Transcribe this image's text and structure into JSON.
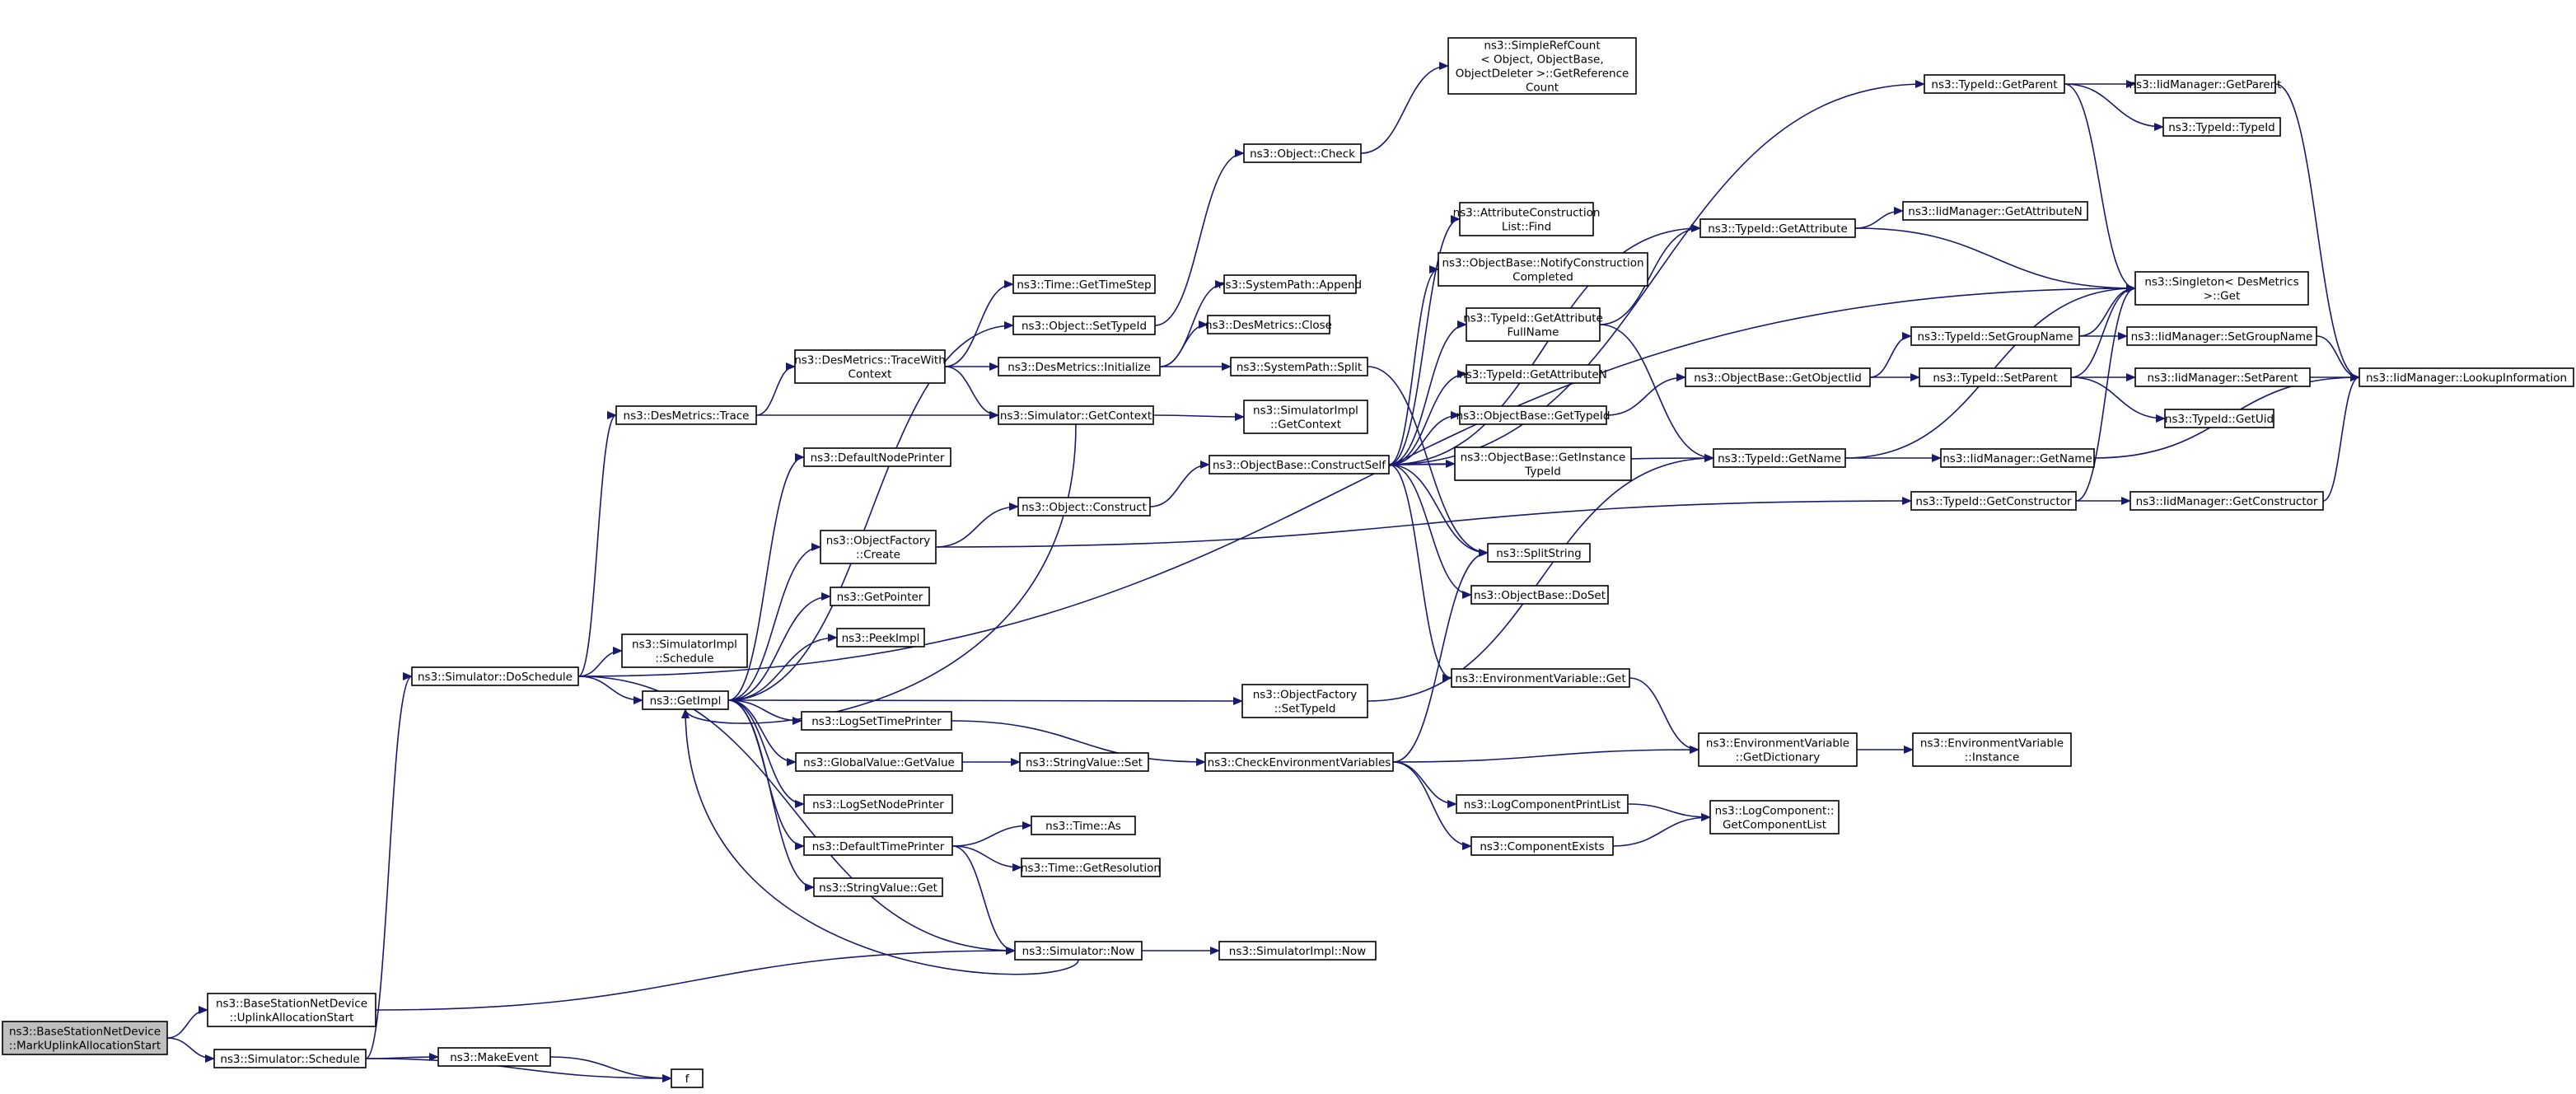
{
  "graph": {
    "colors": {
      "edge": "#191970",
      "node_border": "#000000",
      "root_fill": "#bfbfbf",
      "node_fill": "#ffffff"
    },
    "nodes": [
      {
        "id": "n0",
        "lines": [
          "ns3::BaseStationNetDevice",
          "::MarkUplinkAllocationStart"
        ],
        "root": true
      },
      {
        "id": "n1",
        "lines": [
          "ns3::BaseStationNetDevice",
          "::UplinkAllocationStart"
        ]
      },
      {
        "id": "n2",
        "lines": [
          "ns3::Simulator::Schedule"
        ]
      },
      {
        "id": "n3",
        "lines": [
          "ns3::Simulator::DoSchedule"
        ]
      },
      {
        "id": "n4",
        "lines": [
          "ns3::MakeEvent"
        ]
      },
      {
        "id": "n5",
        "lines": [
          "f"
        ]
      },
      {
        "id": "n6",
        "lines": [
          "ns3::Simulator::Now"
        ]
      },
      {
        "id": "n7",
        "lines": [
          "ns3::DesMetrics::Trace"
        ]
      },
      {
        "id": "n8",
        "lines": [
          "ns3::SimulatorImpl",
          "::Schedule"
        ]
      },
      {
        "id": "n9",
        "lines": [
          "ns3::GetImpl"
        ]
      },
      {
        "id": "n10",
        "lines": [
          "ns3::DesMetrics::TraceWith",
          "Context"
        ]
      },
      {
        "id": "n11",
        "lines": [
          "ns3::Simulator::GetContext"
        ]
      },
      {
        "id": "n12",
        "lines": [
          "ns3::Time::GetTimeStep"
        ]
      },
      {
        "id": "n13",
        "lines": [
          "ns3::DesMetrics::Initialize"
        ]
      },
      {
        "id": "n14",
        "lines": [
          "ns3::SystemPath::Append"
        ]
      },
      {
        "id": "n15",
        "lines": [
          "ns3::DesMetrics::Close"
        ]
      },
      {
        "id": "n16",
        "lines": [
          "ns3::SystemPath::Split"
        ]
      },
      {
        "id": "n17",
        "lines": [
          "ns3::SimulatorImpl",
          "::GetContext"
        ]
      },
      {
        "id": "n18",
        "lines": [
          "ns3::DefaultNodePrinter"
        ]
      },
      {
        "id": "n19",
        "lines": [
          "ns3::ObjectFactory",
          "::Create"
        ]
      },
      {
        "id": "n20",
        "lines": [
          "ns3::GetPointer"
        ]
      },
      {
        "id": "n21",
        "lines": [
          "ns3::PeekImpl"
        ]
      },
      {
        "id": "n22",
        "lines": [
          "ns3::LogSetTimePrinter"
        ]
      },
      {
        "id": "n23",
        "lines": [
          "ns3::GlobalValue::GetValue"
        ]
      },
      {
        "id": "n24",
        "lines": [
          "ns3::LogSetNodePrinter"
        ]
      },
      {
        "id": "n25",
        "lines": [
          "ns3::DefaultTimePrinter"
        ]
      },
      {
        "id": "n26",
        "lines": [
          "ns3::StringValue::Get"
        ]
      },
      {
        "id": "n27",
        "lines": [
          "ns3::Object::SetTypeId"
        ]
      },
      {
        "id": "n28",
        "lines": [
          "ns3::Object::Construct"
        ]
      },
      {
        "id": "n29",
        "lines": [
          "ns3::StringValue::Set"
        ]
      },
      {
        "id": "n30",
        "lines": [
          "ns3::Time::As"
        ]
      },
      {
        "id": "n31",
        "lines": [
          "ns3::Time::GetResolution"
        ]
      },
      {
        "id": "n32",
        "lines": [
          "ns3::SimulatorImpl::Now"
        ]
      },
      {
        "id": "n33",
        "lines": [
          "ns3::Object::Check"
        ]
      },
      {
        "id": "n34",
        "lines": [
          "ns3::SimpleRefCount",
          "< Object, ObjectBase,",
          "ObjectDeleter >::GetReference",
          "Count"
        ]
      },
      {
        "id": "n35",
        "lines": [
          "ns3::ObjectBase::ConstructSelf"
        ]
      },
      {
        "id": "n36",
        "lines": [
          "ns3::ObjectFactory",
          "::SetTypeId"
        ]
      },
      {
        "id": "n37",
        "lines": [
          "ns3::CheckEnvironmentVariables"
        ]
      },
      {
        "id": "n38",
        "lines": [
          "ns3::AttributeConstruction",
          "List::Find"
        ]
      },
      {
        "id": "n39",
        "lines": [
          "ns3::ObjectBase::NotifyConstruction",
          "Completed"
        ]
      },
      {
        "id": "n40",
        "lines": [
          "ns3::TypeId::GetAttribute",
          "FullName"
        ]
      },
      {
        "id": "n41",
        "lines": [
          "ns3::TypeId::GetAttributeN"
        ]
      },
      {
        "id": "n42",
        "lines": [
          "ns3::ObjectBase::GetTypeId"
        ]
      },
      {
        "id": "n43",
        "lines": [
          "ns3::ObjectBase::GetInstance",
          "TypeId"
        ]
      },
      {
        "id": "n44",
        "lines": [
          "ns3::SplitString"
        ]
      },
      {
        "id": "n45",
        "lines": [
          "ns3::ObjectBase::DoSet"
        ]
      },
      {
        "id": "n46",
        "lines": [
          "ns3::EnvironmentVariable::Get"
        ]
      },
      {
        "id": "n47",
        "lines": [
          "ns3::LogComponentPrintList"
        ]
      },
      {
        "id": "n48",
        "lines": [
          "ns3::ComponentExists"
        ]
      },
      {
        "id": "n49",
        "lines": [
          "ns3::TypeId::GetAttribute"
        ]
      },
      {
        "id": "n50",
        "lines": [
          "ns3::ObjectBase::GetObjectIid"
        ]
      },
      {
        "id": "n51",
        "lines": [
          "ns3::TypeId::GetName"
        ]
      },
      {
        "id": "n52",
        "lines": [
          "ns3::EnvironmentVariable",
          "::GetDictionary"
        ]
      },
      {
        "id": "n53",
        "lines": [
          "ns3::LogComponent::",
          "GetComponentList"
        ]
      },
      {
        "id": "n54",
        "lines": [
          "ns3::TypeId::GetParent"
        ]
      },
      {
        "id": "n55",
        "lines": [
          "ns3::TypeId::SetGroupName"
        ]
      },
      {
        "id": "n56",
        "lines": [
          "ns3::TypeId::SetParent"
        ]
      },
      {
        "id": "n57",
        "lines": [
          "ns3::IidManager::GetName"
        ]
      },
      {
        "id": "n58",
        "lines": [
          "ns3::TypeId::GetConstructor"
        ]
      },
      {
        "id": "n59",
        "lines": [
          "ns3::EnvironmentVariable",
          "::Instance"
        ]
      },
      {
        "id": "n60",
        "lines": [
          "ns3::IidManager::GetParent"
        ]
      },
      {
        "id": "n61",
        "lines": [
          "ns3::TypeId::TypeId"
        ]
      },
      {
        "id": "n62",
        "lines": [
          "ns3::IidManager::GetAttributeN"
        ]
      },
      {
        "id": "n63",
        "lines": [
          "ns3::Singleton< DesMetrics",
          ">::Get"
        ]
      },
      {
        "id": "n64",
        "lines": [
          "ns3::IidManager::SetGroupName"
        ]
      },
      {
        "id": "n65",
        "lines": [
          "ns3::IidManager::SetParent"
        ]
      },
      {
        "id": "n66",
        "lines": [
          "ns3::TypeId::GetUid"
        ]
      },
      {
        "id": "n67",
        "lines": [
          "ns3::IidManager::GetConstructor"
        ]
      },
      {
        "id": "n68",
        "lines": [
          "ns3::IidManager::LookupInformation"
        ]
      }
    ],
    "edges": [
      [
        "n0",
        "n1"
      ],
      [
        "n0",
        "n2"
      ],
      [
        "n1",
        "n6"
      ],
      [
        "n2",
        "n3"
      ],
      [
        "n2",
        "n4"
      ],
      [
        "n2",
        "n5"
      ],
      [
        "n4",
        "n5"
      ],
      [
        "n3",
        "n63"
      ],
      [
        "n3",
        "n7"
      ],
      [
        "n3",
        "n8"
      ],
      [
        "n3",
        "n9"
      ],
      [
        "n3",
        "n6"
      ],
      [
        "n7",
        "n10"
      ],
      [
        "n7",
        "n11"
      ],
      [
        "n10",
        "n12"
      ],
      [
        "n10",
        "n13"
      ],
      [
        "n10",
        "n11"
      ],
      [
        "n13",
        "n14"
      ],
      [
        "n13",
        "n15"
      ],
      [
        "n13",
        "n16"
      ],
      [
        "n11",
        "n17"
      ],
      [
        "n11",
        "n9"
      ],
      [
        "n9",
        "n18"
      ],
      [
        "n9",
        "n19"
      ],
      [
        "n9",
        "n20"
      ],
      [
        "n9",
        "n21"
      ],
      [
        "n9",
        "n22"
      ],
      [
        "n9",
        "n23"
      ],
      [
        "n9",
        "n24"
      ],
      [
        "n9",
        "n25"
      ],
      [
        "n9",
        "n26"
      ],
      [
        "n9",
        "n27"
      ],
      [
        "n9",
        "n36"
      ],
      [
        "n19",
        "n28"
      ],
      [
        "n19",
        "n58"
      ],
      [
        "n28",
        "n35"
      ],
      [
        "n27",
        "n33"
      ],
      [
        "n33",
        "n34"
      ],
      [
        "n22",
        "n37"
      ],
      [
        "n23",
        "n29"
      ],
      [
        "n25",
        "n30"
      ],
      [
        "n25",
        "n31"
      ],
      [
        "n25",
        "n6"
      ],
      [
        "n6",
        "n9"
      ],
      [
        "n6",
        "n32"
      ],
      [
        "n16",
        "n44"
      ],
      [
        "n36",
        "n51"
      ],
      [
        "n35",
        "n38"
      ],
      [
        "n35",
        "n39"
      ],
      [
        "n35",
        "n40"
      ],
      [
        "n35",
        "n41"
      ],
      [
        "n35",
        "n42"
      ],
      [
        "n35",
        "n43"
      ],
      [
        "n35",
        "n44"
      ],
      [
        "n35",
        "n45"
      ],
      [
        "n35",
        "n46"
      ],
      [
        "n35",
        "n49"
      ],
      [
        "n35",
        "n54"
      ],
      [
        "n35",
        "n51"
      ],
      [
        "n37",
        "n44"
      ],
      [
        "n37",
        "n52"
      ],
      [
        "n37",
        "n47"
      ],
      [
        "n37",
        "n48"
      ],
      [
        "n46",
        "n52"
      ],
      [
        "n52",
        "n59"
      ],
      [
        "n47",
        "n53"
      ],
      [
        "n48",
        "n53"
      ],
      [
        "n40",
        "n49"
      ],
      [
        "n40",
        "n51"
      ],
      [
        "n42",
        "n50"
      ],
      [
        "n50",
        "n55"
      ],
      [
        "n50",
        "n56"
      ],
      [
        "n49",
        "n62"
      ],
      [
        "n49",
        "n63"
      ],
      [
        "n51",
        "n57"
      ],
      [
        "n51",
        "n63"
      ],
      [
        "n54",
        "n60"
      ],
      [
        "n54",
        "n61"
      ],
      [
        "n54",
        "n63"
      ],
      [
        "n55",
        "n64"
      ],
      [
        "n55",
        "n63"
      ],
      [
        "n56",
        "n65"
      ],
      [
        "n56",
        "n66"
      ],
      [
        "n56",
        "n63"
      ],
      [
        "n58",
        "n67"
      ],
      [
        "n58",
        "n63"
      ],
      [
        "n60",
        "n68"
      ],
      [
        "n64",
        "n68"
      ],
      [
        "n65",
        "n68"
      ],
      [
        "n57",
        "n68"
      ],
      [
        "n67",
        "n68"
      ]
    ]
  }
}
